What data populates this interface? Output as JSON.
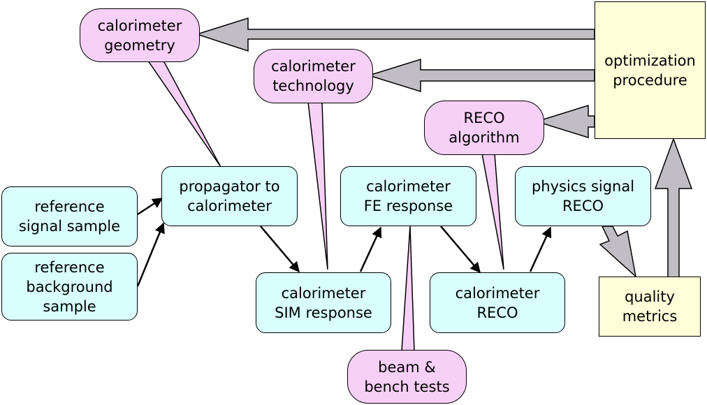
{
  "diagram": {
    "nodes": {
      "geometry": {
        "label": "calorimeter\ngeometry"
      },
      "technology": {
        "label": "calorimeter\ntechnology"
      },
      "reco_algorithm": {
        "label": "RECO\nalgorithm"
      },
      "optimization": {
        "label": "optimization\nprocedure"
      },
      "ref_signal": {
        "label": "reference\nsignal sample"
      },
      "ref_background": {
        "label": "reference\nbackground\nsample"
      },
      "propagator": {
        "label": "propagator to\ncalorimeter"
      },
      "fe_response": {
        "label": "calorimeter\nFE response"
      },
      "physics_reco": {
        "label": "physics signal\nRECO"
      },
      "sim_response": {
        "label": "calorimeter\nSIM response"
      },
      "calo_reco": {
        "label": "calorimeter\nRECO"
      },
      "quality": {
        "label": "quality\nmetrics"
      },
      "beam_tests": {
        "label": "beam &\nbench tests"
      }
    },
    "edges": [
      {
        "from": "ref_signal",
        "to": "propagator"
      },
      {
        "from": "ref_background",
        "to": "propagator"
      },
      {
        "from": "propagator",
        "to": "sim_response"
      },
      {
        "from": "sim_response",
        "to": "fe_response"
      },
      {
        "from": "fe_response",
        "to": "calo_reco"
      },
      {
        "from": "calo_reco",
        "to": "physics_reco"
      },
      {
        "from": "physics_reco",
        "to": "quality"
      },
      {
        "from": "quality",
        "to": "optimization"
      },
      {
        "from": "optimization",
        "to": "geometry"
      },
      {
        "from": "optimization",
        "to": "technology"
      },
      {
        "from": "optimization",
        "to": "reco_algorithm"
      }
    ],
    "colors": {
      "process_fill": "#d9ffff",
      "callout_fill": "#f7d0f7",
      "box_fill": "#ffffd9",
      "big_arrow_fill": "#c0bec4",
      "stroke": "#000000"
    }
  }
}
